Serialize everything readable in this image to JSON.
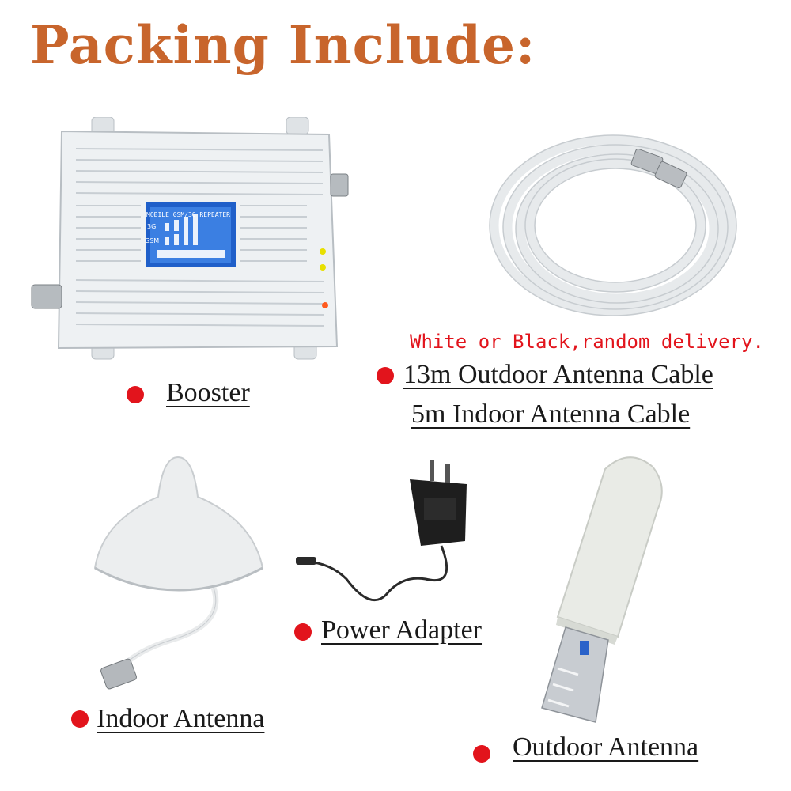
{
  "title": "Packing Include:",
  "items": {
    "booster": "Booster",
    "outdoor_cable": "13m Outdoor Antenna Cable",
    "indoor_cable": "5m Indoor Antenna  Cable",
    "power_adapter": "Power Adapter",
    "indoor_antenna": "Indoor Antenna",
    "outdoor_antenna": "Outdoor Antenna"
  },
  "cable_note": "White or Black,random delivery.",
  "device_panel": {
    "header": "MOBILE GSM/3G REPEATER",
    "row1": "3G",
    "row2": "GSM"
  },
  "colors": {
    "title": "#c8652c",
    "bullet": "#e2141c",
    "note": "#e2141c"
  },
  "icons": [
    "booster-device",
    "cable-coil",
    "ceiling-antenna",
    "power-adapter",
    "panel-antenna"
  ]
}
